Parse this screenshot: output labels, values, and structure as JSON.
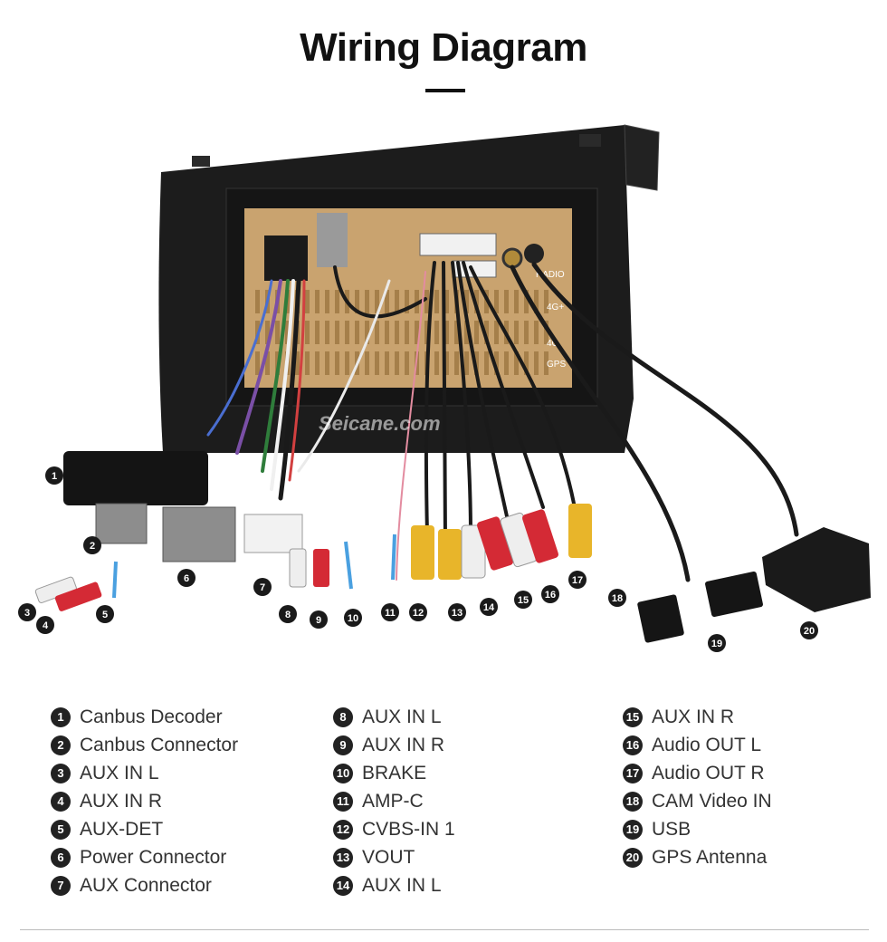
{
  "header": {
    "title": "Wiring Diagram"
  },
  "photo": {
    "watermark": "Seicane.com",
    "panel_labels": [
      "RADIO",
      "4G+",
      "4G",
      "GPS"
    ]
  },
  "legend": {
    "columns": [
      [
        {
          "num": "1",
          "label": "Canbus Decoder"
        },
        {
          "num": "2",
          "label": "Canbus Connector"
        },
        {
          "num": "3",
          "label": "AUX IN L"
        },
        {
          "num": "4",
          "label": "AUX IN R"
        },
        {
          "num": "5",
          "label": "AUX-DET"
        },
        {
          "num": "6",
          "label": "Power Connector"
        },
        {
          "num": "7",
          "label": "AUX Connector"
        }
      ],
      [
        {
          "num": "8",
          "label": "AUX IN L"
        },
        {
          "num": "9",
          "label": "AUX IN R"
        },
        {
          "num": "10",
          "label": "BRAKE"
        },
        {
          "num": "11",
          "label": "AMP-C"
        },
        {
          "num": "12",
          "label": "CVBS-IN 1"
        },
        {
          "num": "13",
          "label": "VOUT"
        },
        {
          "num": "14",
          "label": "AUX IN L"
        }
      ],
      [
        {
          "num": "15",
          "label": "AUX IN R"
        },
        {
          "num": "16",
          "label": "Audio OUT L"
        },
        {
          "num": "17",
          "label": "Audio OUT R"
        },
        {
          "num": "18",
          "label": "CAM Video IN"
        },
        {
          "num": "19",
          "label": "USB"
        },
        {
          "num": "20",
          "label": "GPS Antenna"
        }
      ]
    ]
  },
  "colors": {
    "frame": "#1c1c1c",
    "board": "#c9a36f",
    "rca_red": "#d42a35",
    "rca_yellow": "#e8b52a",
    "rca_white": "#eeeeee"
  }
}
